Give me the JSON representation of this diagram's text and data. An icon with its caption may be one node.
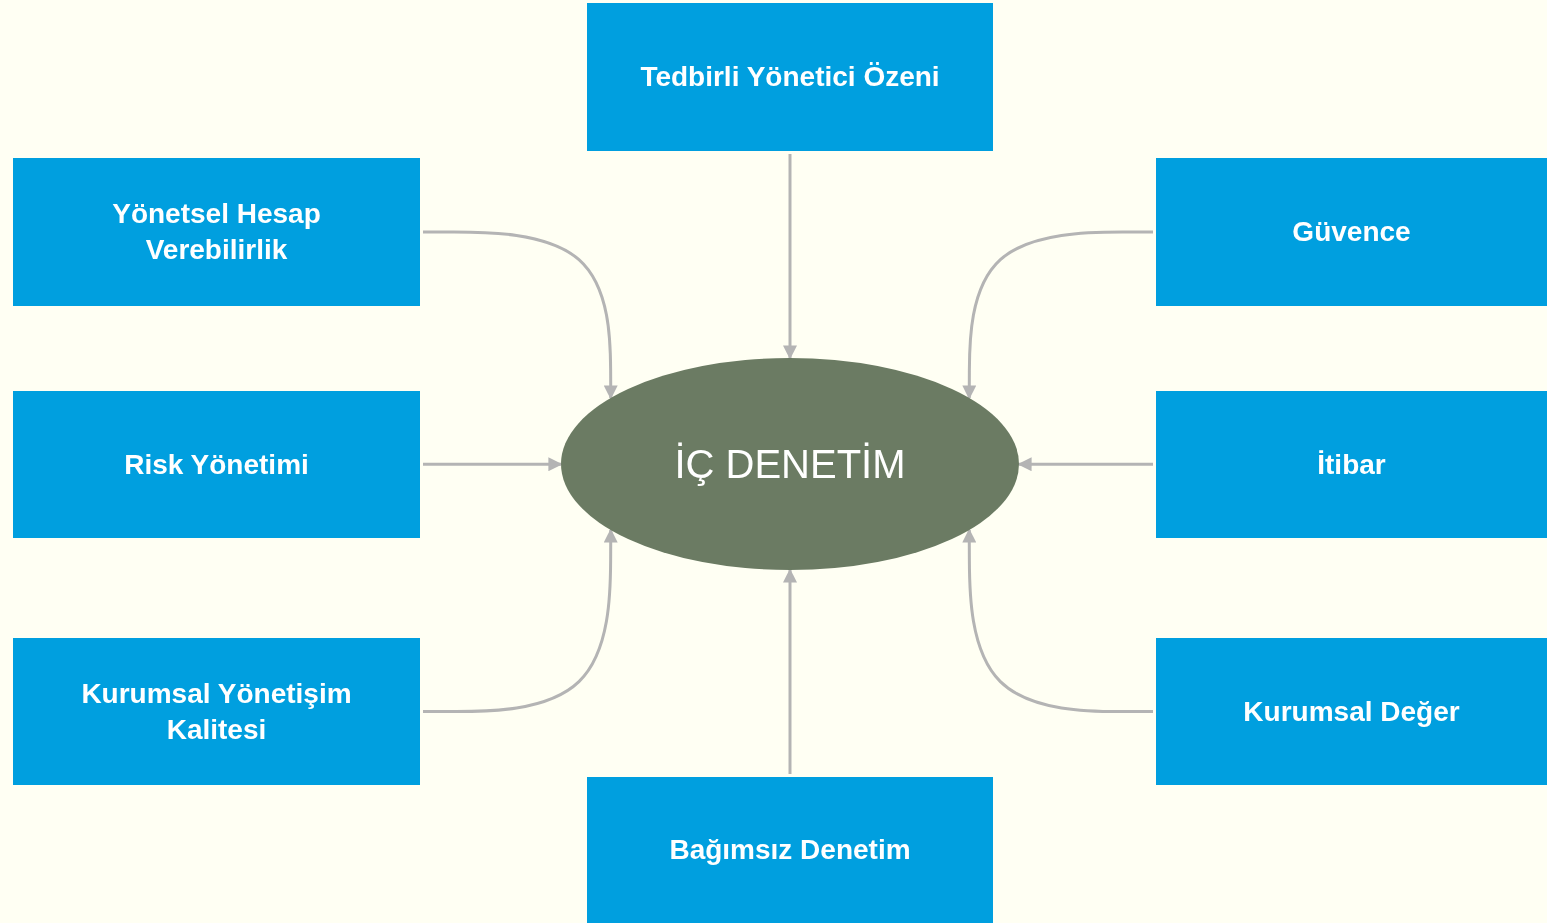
{
  "diagram": {
    "nodes": [
      {
        "text": [
          "Tedbirli Yönetici Özeni"
        ]
      },
      {
        "text": [
          "Yönetsel Hesap Verebilirlik"
        ]
      },
      {
        "text": [
          "Güvence"
        ]
      },
      {
        "text": [
          "Risk Yönetimi"
        ]
      },
      {
        "text": [
          "İÇ DENETİM"
        ]
      },
      {
        "text": [
          "İtibar"
        ]
      },
      {
        "text": [
          "Kurumsal Yönetişim Kalitesi"
        ]
      },
      {
        "text": [
          "Kurumsal Değer"
        ]
      },
      {
        "text": [
          "Bağımsız Denetim"
        ]
      }
    ],
    "edges": [
      {
        "from": 0,
        "to": 4,
        "arrow": "to"
      },
      {
        "from": 1,
        "to": 4,
        "arrow": "to"
      },
      {
        "from": 2,
        "to": 4,
        "arrow": "to"
      },
      {
        "from": 3,
        "to": 4,
        "arrow": "to"
      },
      {
        "from": 5,
        "to": 4,
        "arrow": "to"
      },
      {
        "from": 6,
        "to": 4,
        "arrow": "to"
      },
      {
        "from": 7,
        "to": 4,
        "arrow": "to"
      },
      {
        "from": 8,
        "to": 4,
        "arrow": "to"
      }
    ]
  }
}
